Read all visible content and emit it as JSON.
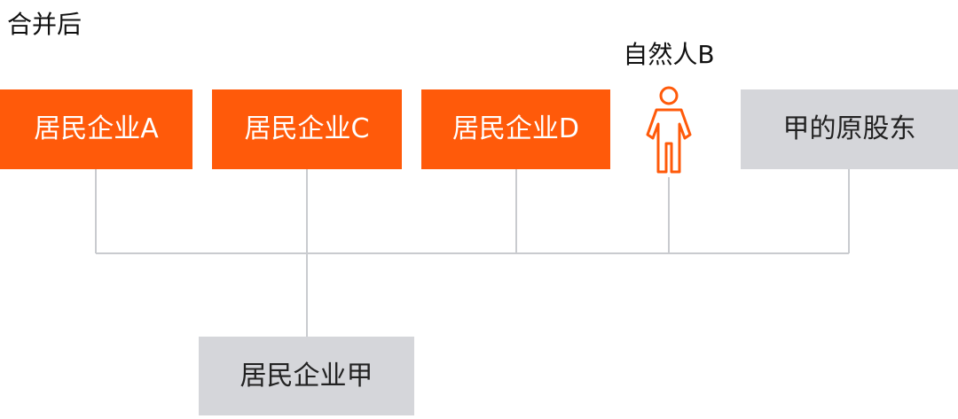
{
  "title": "合并后",
  "nodes": {
    "enterprise_a": "居民企业A",
    "enterprise_c": "居民企业C",
    "enterprise_d": "居民企业D",
    "natural_person_b": "自然人B",
    "original_shareholders": "甲的原股东",
    "enterprise_jia": "居民企业甲"
  },
  "colors": {
    "accent": "#ff5a0a",
    "gray_box": "#d5d6da",
    "connector": "#c9cbcf"
  },
  "icons": {
    "natural_person_b": "person-icon"
  }
}
